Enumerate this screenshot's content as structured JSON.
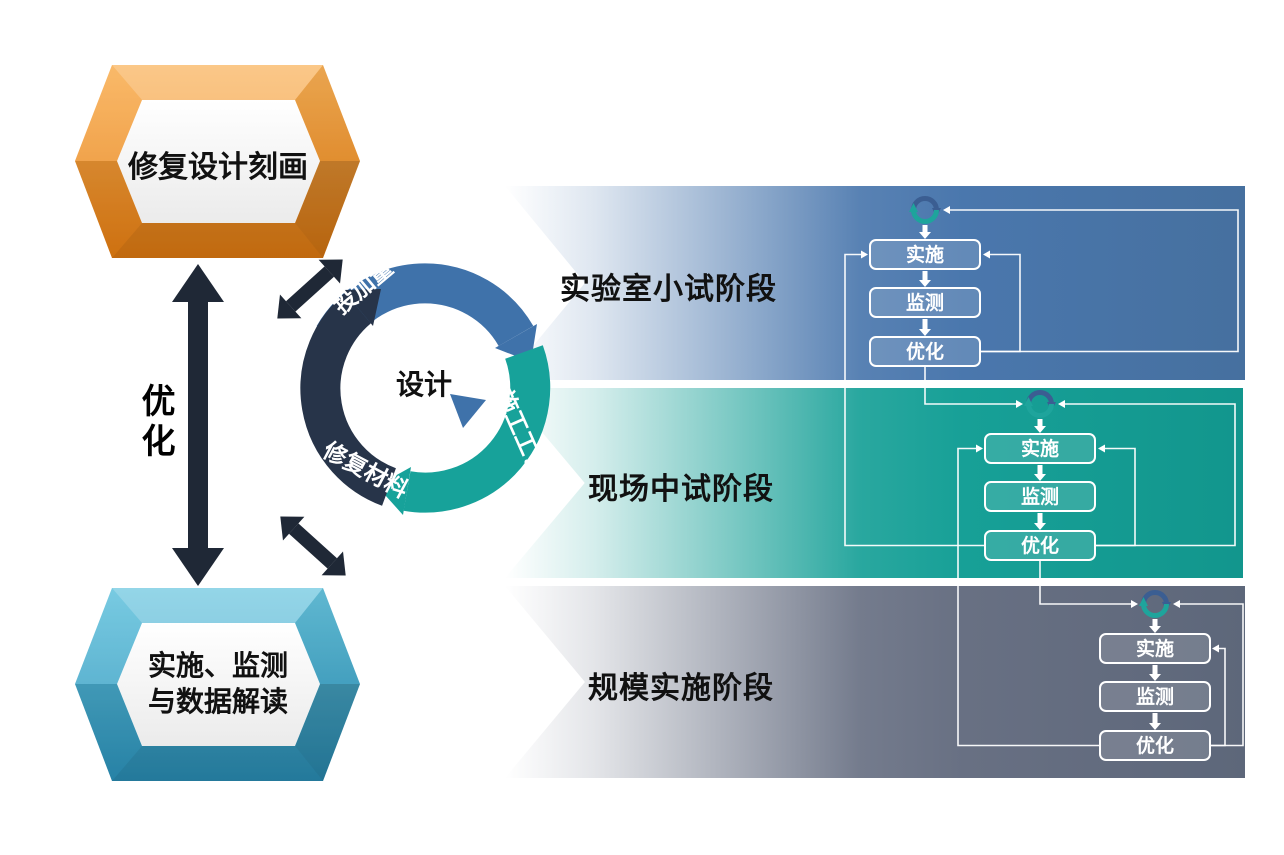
{
  "left": {
    "top_box_label": "修复设计刻画",
    "bottom_box_line1": "实施、监测",
    "bottom_box_line2": "与数据解读",
    "optimize_label": "优化"
  },
  "cycle": {
    "center_label": "设计",
    "arc_top_label": "投加量",
    "arc_right_label": "施工工艺",
    "arc_bottom_label": "修复材料"
  },
  "stages": [
    {
      "label": "实验室小试阶段",
      "color": "#4a77ad",
      "steps": [
        "实施",
        "监测",
        "优化"
      ]
    },
    {
      "label": "现场中试阶段",
      "color": "#17a097",
      "steps": [
        "实施",
        "监测",
        "优化"
      ]
    },
    {
      "label": "规模实施阶段",
      "color": "#687083",
      "steps": [
        "实施",
        "监测",
        "优化"
      ]
    }
  ],
  "colors": {
    "hex_top_box": "#ef8f28",
    "hex_bottom_box": "#3ea5c9",
    "arc_blue": "#3f72aa",
    "arc_teal": "#17a29a",
    "arc_dark": "#273449",
    "arrow_dark": "#1f2836"
  }
}
